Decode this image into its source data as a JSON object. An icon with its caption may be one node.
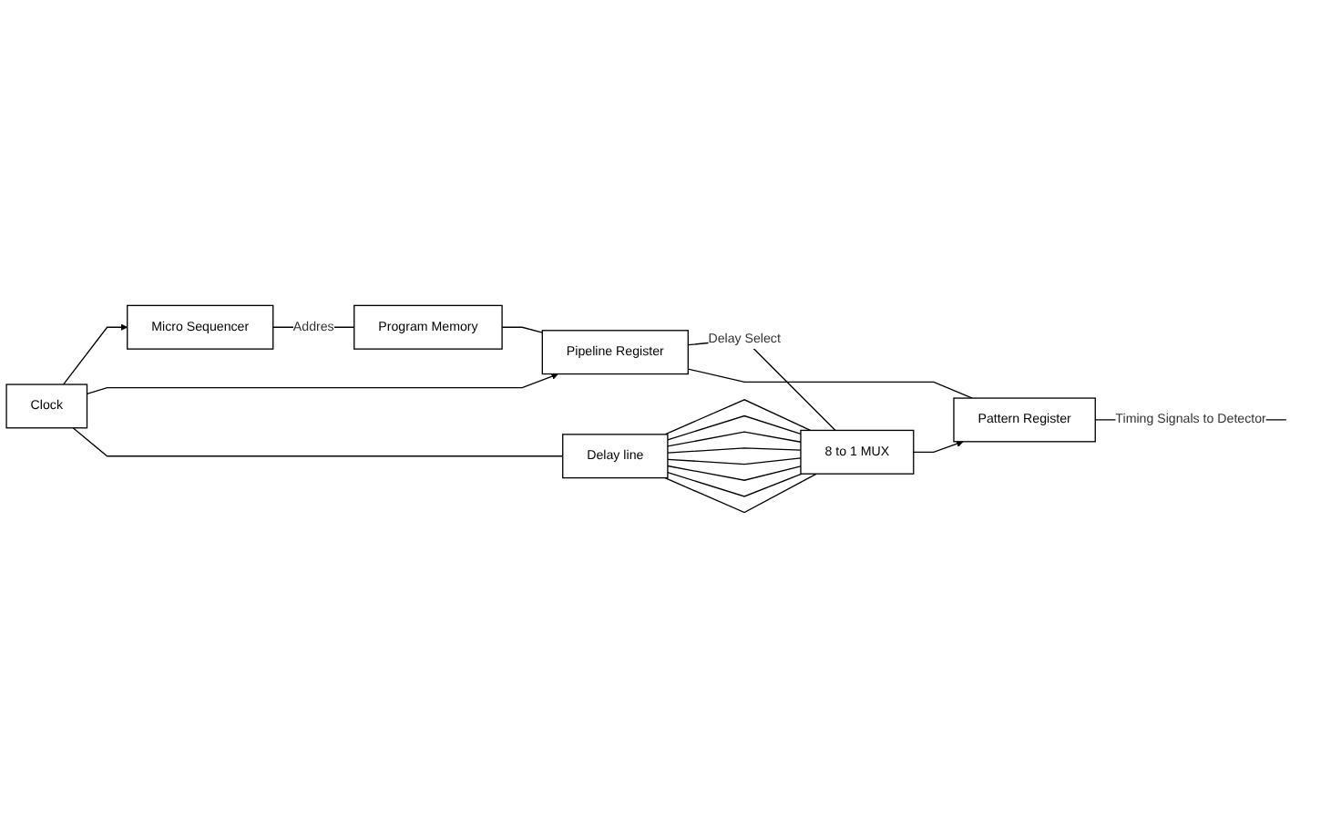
{
  "diagram": {
    "nodes": [
      {
        "text": [
          "Micro Sequencer"
        ]
      },
      {
        "text": [
          "Program Memory"
        ]
      },
      {
        "text": [
          "Clock"
        ]
      },
      {
        "text": [
          "Pipeline Register"
        ]
      },
      {
        "text": [
          "Delay line"
        ]
      },
      {
        "text": [
          "8 to 1 MUX"
        ]
      },
      {
        "text": [
          "Pattern Register"
        ]
      }
    ],
    "edges": [
      {
        "from": 2,
        "to": 0,
        "arrow": "to"
      },
      {
        "from": 0,
        "to": 1,
        "arrow": "none",
        "label": "Addres"
      },
      {
        "from": 1,
        "to": 3,
        "arrow": "none"
      },
      {
        "from": 2,
        "to": 3,
        "arrow": "to"
      },
      {
        "from": 2,
        "to": 4,
        "arrow": "none"
      },
      {
        "from": 3,
        "to": 5,
        "arrow": "none",
        "label": "Delay Select"
      },
      {
        "from": 4,
        "to": 5,
        "arrow": "none"
      },
      {
        "from": 4,
        "to": 5,
        "arrow": "none"
      },
      {
        "from": 4,
        "to": 5,
        "arrow": "none"
      },
      {
        "from": 4,
        "to": 5,
        "arrow": "none"
      },
      {
        "from": 4,
        "to": 5,
        "arrow": "none"
      },
      {
        "from": 4,
        "to": 5,
        "arrow": "none"
      },
      {
        "from": 4,
        "to": 5,
        "arrow": "none"
      },
      {
        "from": 4,
        "to": 5,
        "arrow": "none"
      },
      {
        "from": 5,
        "to": 6,
        "arrow": "to"
      },
      {
        "from": 3,
        "to": 6,
        "arrow": "none"
      },
      {
        "from": 6,
        "to": null,
        "arrow": "none",
        "label": "Timing Signals to Detector"
      }
    ]
  }
}
